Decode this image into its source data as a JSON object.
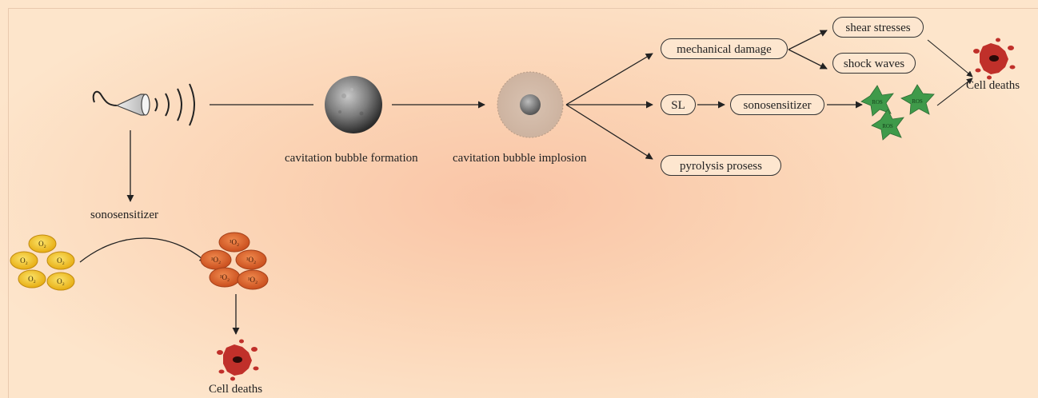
{
  "labels": {
    "bubble_formation": "cavitation bubble formation",
    "bubble_implosion": "cavitation bubble implosion",
    "sonosensitizer_left": "sonosensitizer",
    "cell_deaths_top": "Cell deaths",
    "cell_deaths_bottom": "Cell deaths"
  },
  "boxes": {
    "mechanical_damage": "mechanical damage",
    "shear_stresses": "shear stresses",
    "shock_waves": "shock waves",
    "sl": "SL",
    "sonosensitizer": "sonosensitizer",
    "pyrolysis": "pyrolysis prosess"
  },
  "molecules": {
    "oxygen": "O₂",
    "singlet_oxygen": "¹O₂",
    "ros": "ROS"
  },
  "colors": {
    "background": "#fbd3b4",
    "oxygen_cell": "#f2c31e",
    "singlet_oxygen_cell": "#e0652e",
    "ros_star": "#3f9a4a",
    "dead_cell": "#c0302a"
  }
}
